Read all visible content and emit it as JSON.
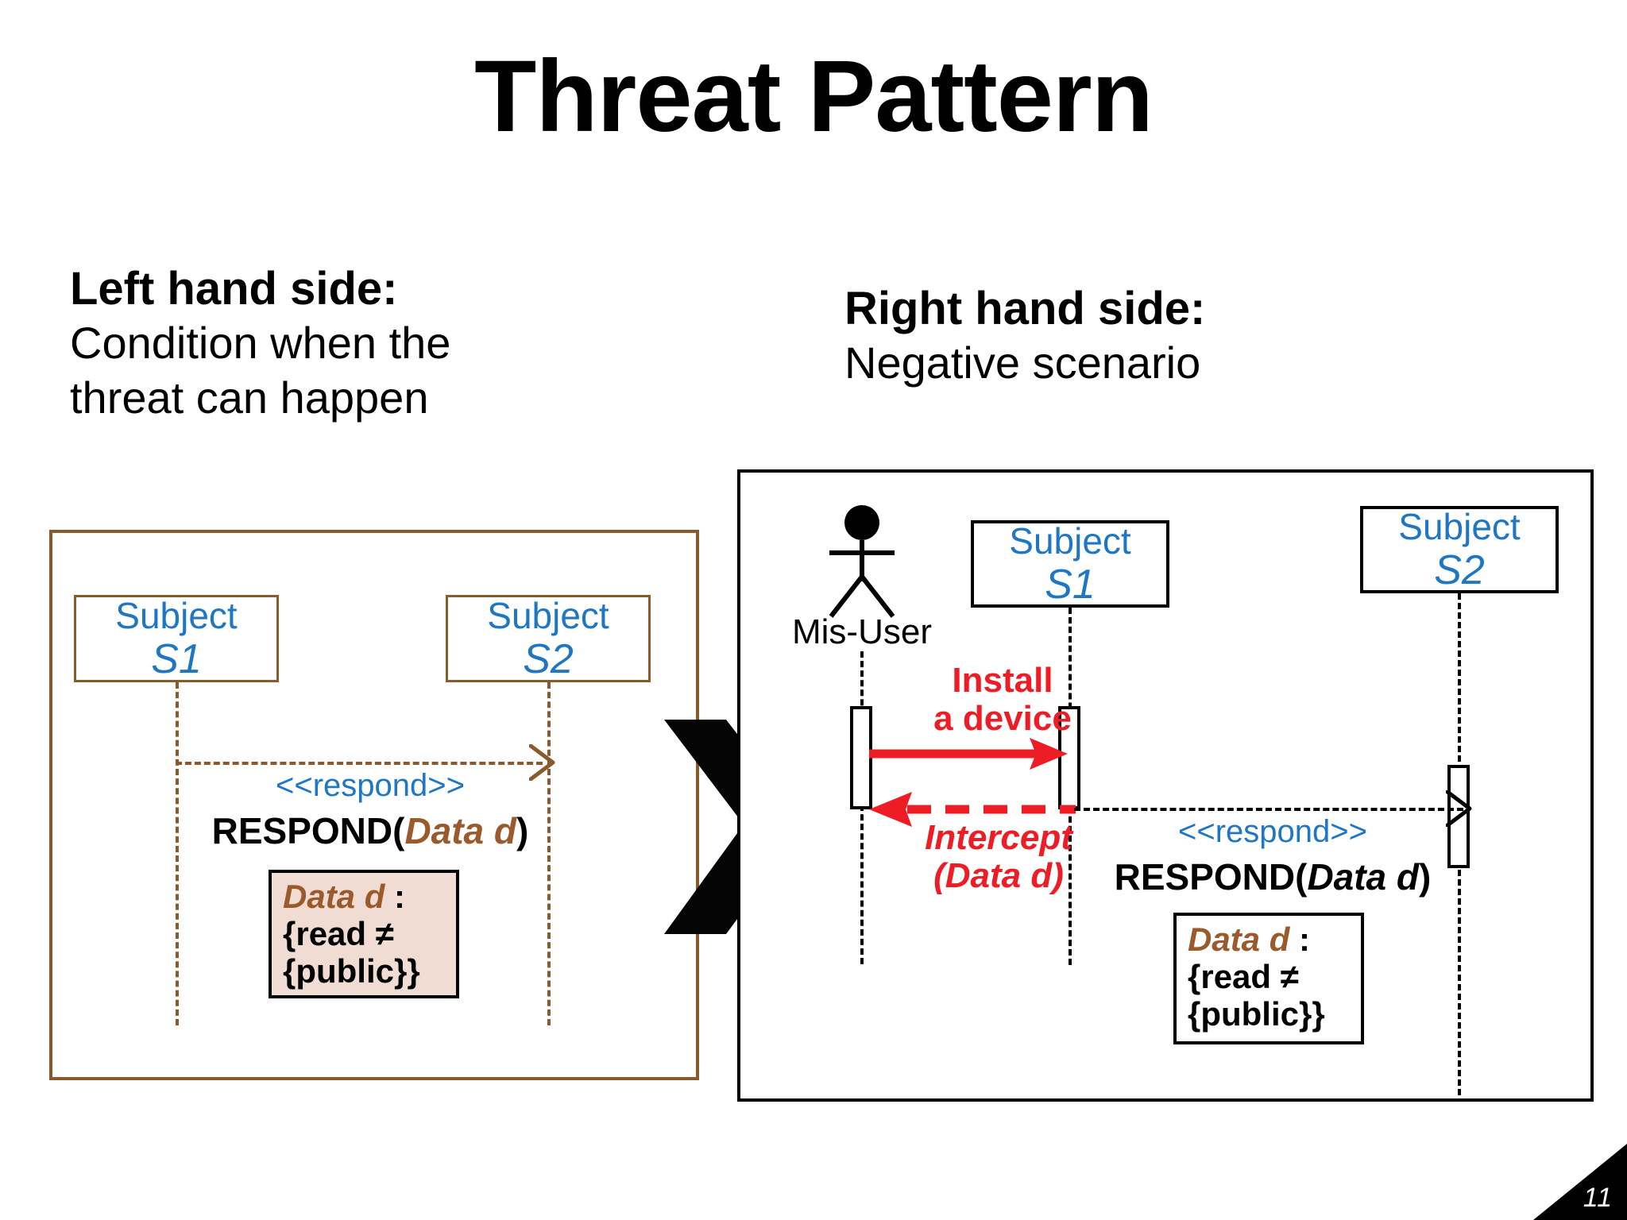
{
  "slide": {
    "title": "Threat Pattern",
    "page_number": "11"
  },
  "left_side": {
    "heading": "Left hand side:",
    "description_line1": "Condition when the",
    "description_line2": "threat can happen",
    "diagram": {
      "lifelines": [
        {
          "type_label": "Subject",
          "name": "S1"
        },
        {
          "type_label": "Subject",
          "name": "S2"
        }
      ],
      "message": {
        "stereotype": "<<respond>>",
        "label_prefix": "RESPOND(",
        "label_param": "Data d",
        "label_suffix": ")"
      },
      "note": {
        "line1_em": "Data d",
        "line1_rest": " :",
        "line2": "{read ≠",
        "line3": "{public}}"
      }
    }
  },
  "right_side": {
    "heading": "Right hand side:",
    "description": "Negative scenario",
    "diagram": {
      "actor": {
        "icon": "stick-figure-actor-icon",
        "label": "Mis-User"
      },
      "lifelines": [
        {
          "type_label": "Subject",
          "name": "S1"
        },
        {
          "type_label": "Subject",
          "name": "S2"
        }
      ],
      "attack_message": {
        "line1": "Install",
        "line2": "a device"
      },
      "intercept_message": {
        "line1": "Intercept",
        "line2": "(Data d)"
      },
      "respond_message": {
        "stereotype": "<<respond>>",
        "label_prefix": "RESPOND(",
        "label_param": "Data d",
        "label_suffix": ")"
      },
      "note": {
        "line1_em": "Data d",
        "line1_rest": " :",
        "line2": "{read ≠",
        "line3": "{public}}"
      }
    }
  },
  "transition": {
    "icon": "chevron-right-icon"
  },
  "colors": {
    "brown": "#8B5A2B",
    "blue": "#1F77C4",
    "red": "#EE1C25",
    "note_fill_left": "#F0DCD3",
    "black": "#000000"
  }
}
